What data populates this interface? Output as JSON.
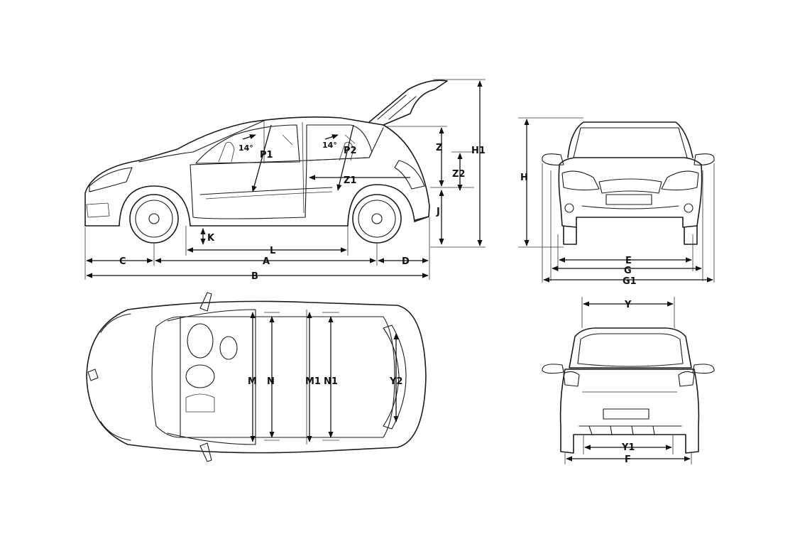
{
  "labels": {
    "P1": "P1",
    "P2": "P2",
    "Z": "Z",
    "Z1": "Z1",
    "Z2": "Z2",
    "H1": "H1",
    "J": "J",
    "K": "K",
    "L": "L",
    "A": "A",
    "B": "B",
    "C": "C",
    "D": "D",
    "H": "H",
    "E": "E",
    "G": "G",
    "G1": "G1",
    "M": "M",
    "N": "N",
    "M1": "M1",
    "N1": "N1",
    "Y2": "Y2",
    "Y": "Y",
    "Y1": "Y1",
    "F": "F"
  },
  "angles": {
    "front_seat": "14°",
    "rear_seat": "14°"
  }
}
